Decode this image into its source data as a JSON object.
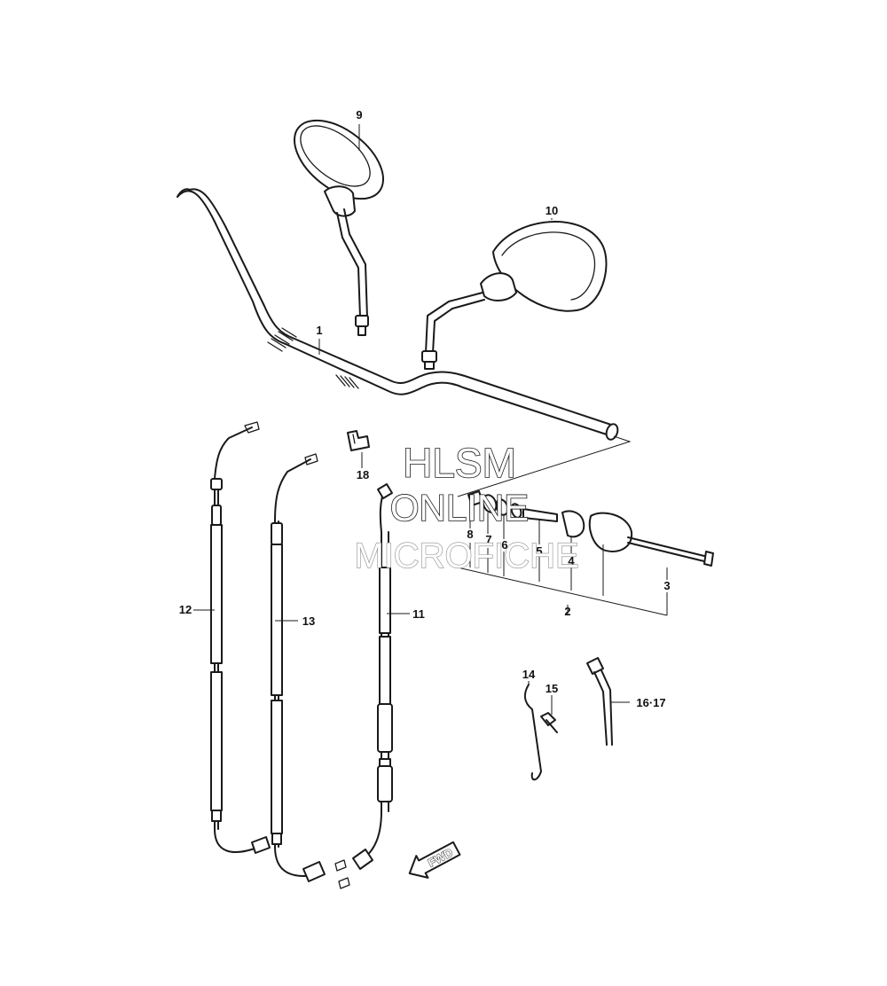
{
  "callouts": {
    "p1": "1",
    "p2": "2",
    "p3": "3",
    "p4": "4",
    "p5": "5",
    "p6": "6",
    "p7": "7",
    "p8": "8",
    "p9": "9",
    "p10": "10",
    "p11": "11",
    "p12": "12",
    "p13": "13",
    "p14": "14",
    "p15": "15",
    "p16_17": "16·17",
    "p18": "18"
  },
  "watermark": {
    "line1": "HLSM",
    "line2": "ONLINE",
    "line3": "MICROFICHE"
  },
  "direction_badge": "FWD"
}
